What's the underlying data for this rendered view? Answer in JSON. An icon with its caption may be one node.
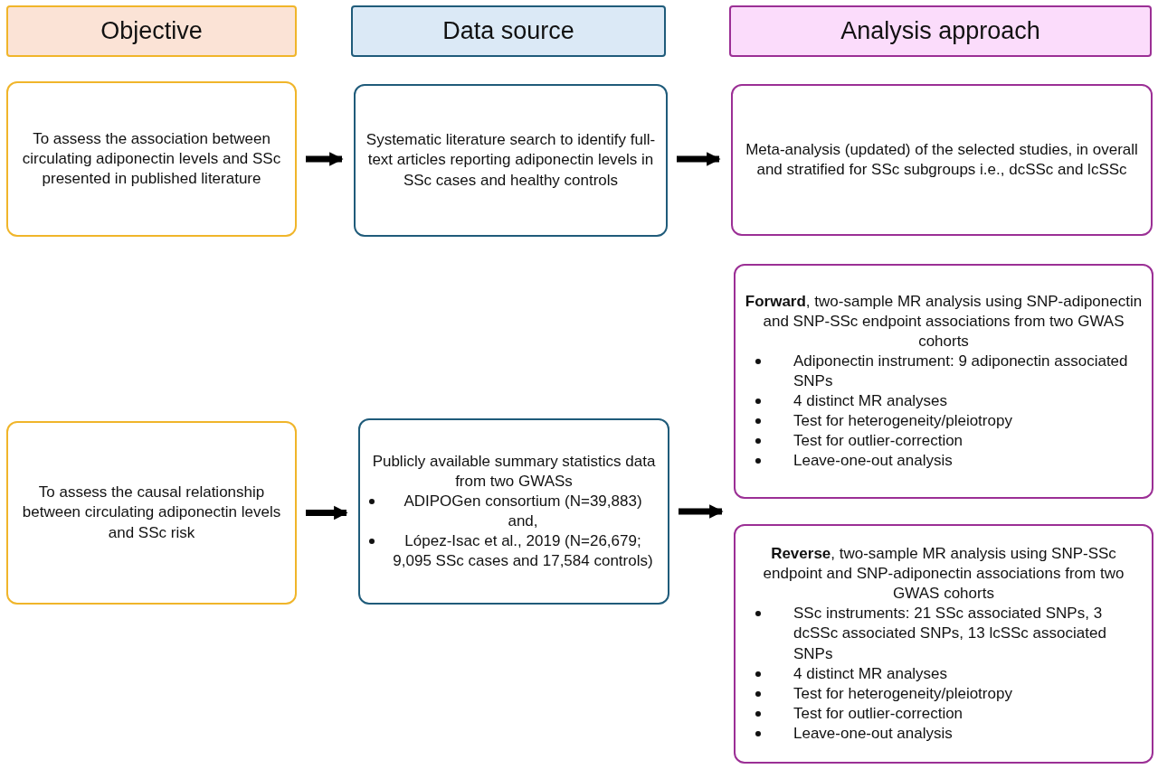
{
  "diagram": {
    "nodes": [
      {
        "text": [
          "Objective"
        ]
      },
      {
        "text": [
          "Data source"
        ]
      },
      {
        "text": [
          "Analysis approach"
        ]
      },
      {
        "text": [
          "To assess the association between circulating adiponectin levels and SSc presented in published literature"
        ]
      },
      {
        "text": [
          "Systematic literature search to identify full-text articles reporting adiponectin levels in SSc cases and healthy controls"
        ]
      },
      {
        "text": [
          "Meta-analysis (updated) of the selected studies, in overall and stratified for SSc subgroups i.e., dcSSc and lcSSc"
        ]
      },
      {
        "text": [
          "To assess the causal relationship between circulating adiponectin levels and SSc risk"
        ]
      },
      {
        "text": [
          "Publicly available summary statistics data from two GWASs",
          "ADIPOGen consortium (N=39,883) and,",
          "López-Isac et al., 2019 (N=26,679; 9,095 SSc cases and 17,584 controls)"
        ]
      },
      {
        "text": [
          "**Forward**, two-sample MR analysis using SNP-adiponectin and SNP-SSc endpoint associations from two GWAS cohorts",
          "Adiponectin instrument: 9 adiponectin associated SNPs",
          "4 distinct MR analyses",
          "Test for heterogeneity/pleiotropy",
          "Test for outlier-correction",
          "Leave-one-out analysis"
        ]
      },
      {
        "text": [
          "**Reverse**, two-sample MR analysis using SNP-SSc endpoint and SNP-adiponectin associations from two GWAS cohorts",
          "SSc instruments: 21 SSc associated SNPs, 3 dcSSc associated SNPs, 13 lcSSc associated SNPs",
          "4 distinct MR analyses",
          "Test for heterogeneity/pleiotropy",
          "Test for outlier-correction",
          "Leave-one-out analysis"
        ]
      }
    ],
    "edges": [
      {
        "from": 3,
        "to": 4,
        "arrow": "to"
      },
      {
        "from": 4,
        "to": 5,
        "arrow": "to"
      },
      {
        "from": 6,
        "to": 7,
        "arrow": "to"
      },
      {
        "from": 7,
        "to": 8,
        "arrow": "to"
      },
      {
        "from": 7,
        "to": 9,
        "arrow": "to"
      }
    ]
  }
}
